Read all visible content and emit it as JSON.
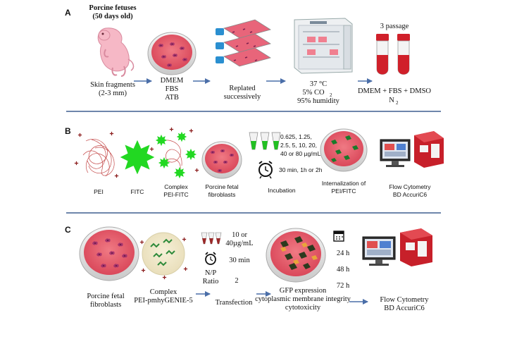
{
  "colors": {
    "divider": "#3f5f8f",
    "arrow": "#4a6ea8",
    "dish_rim": "#e8e8e8",
    "dish_fill": "#e55a6a",
    "cell": "#9a2f6a",
    "fitc": "#22d822",
    "tube_red": "#d0202a",
    "plus": "#8b1c1c"
  },
  "panels": {
    "a": {
      "letter": "A",
      "fetus_title_line1": "Porcine fetuses",
      "fetus_title_line2": "(50 days old)",
      "skin_line1": "Skin fragments",
      "skin_line2": "(2-3 mm)",
      "dish_line1": "DMEM",
      "dish_line2": "FBS",
      "dish_line3": "ATB",
      "replated_line1": "Replated",
      "replated_line2": "successively",
      "inc_line1": "37 °C",
      "inc_line2_main": "5% CO",
      "inc_line2_sub": "2",
      "inc_line3": "95% humidity",
      "passage_label": "3 passage",
      "freeze_line1": "DMEM + FBS + DMSO",
      "freeze_line2_main": "N",
      "freeze_line2_sub": "2"
    },
    "b": {
      "letter": "B",
      "pei": "PEI",
      "fitc": "FITC",
      "complex_line1": "Complex",
      "complex_line2": "PEI-FITC",
      "fibro_line1": "Porcine fetal",
      "fibro_line2": "fibroblasts",
      "conc_line1": "0.625, 1.25,",
      "conc_line2": "2.5, 5, 10, 20,",
      "conc_line3": "40 or 80 µg/mL",
      "time": "30 min, 1h or 2h",
      "incubation": "Incubation",
      "intern_line1": "Internalization of",
      "intern_line2": "PEI/FITC",
      "flow_line1": "Flow Cytometry",
      "flow_line2": "BD AccuriC6"
    },
    "c": {
      "letter": "C",
      "fibro_line1": "Porcine fetal",
      "fibro_line2": "fibroblasts",
      "complex_line1": "Complex",
      "complex_line2": "PEI-pmhyGENIE-5",
      "conc_line1": "10 or",
      "conc_line2": "40µg/mL",
      "time": "30 min",
      "np_line1": "N/P",
      "np_line2": "Ratio",
      "np_value": "2",
      "transfection": "Transfection",
      "gfp_line1": "GFP expression",
      "gfp_line2": "cytoplasmic membrane integrity",
      "gfp_line3": "cytotoxicity",
      "t1": "24 h",
      "t2": "48 h",
      "t3": "72 h",
      "flow_line1": "Flow Cytometry",
      "flow_line2": "BD AccuriC6"
    }
  }
}
